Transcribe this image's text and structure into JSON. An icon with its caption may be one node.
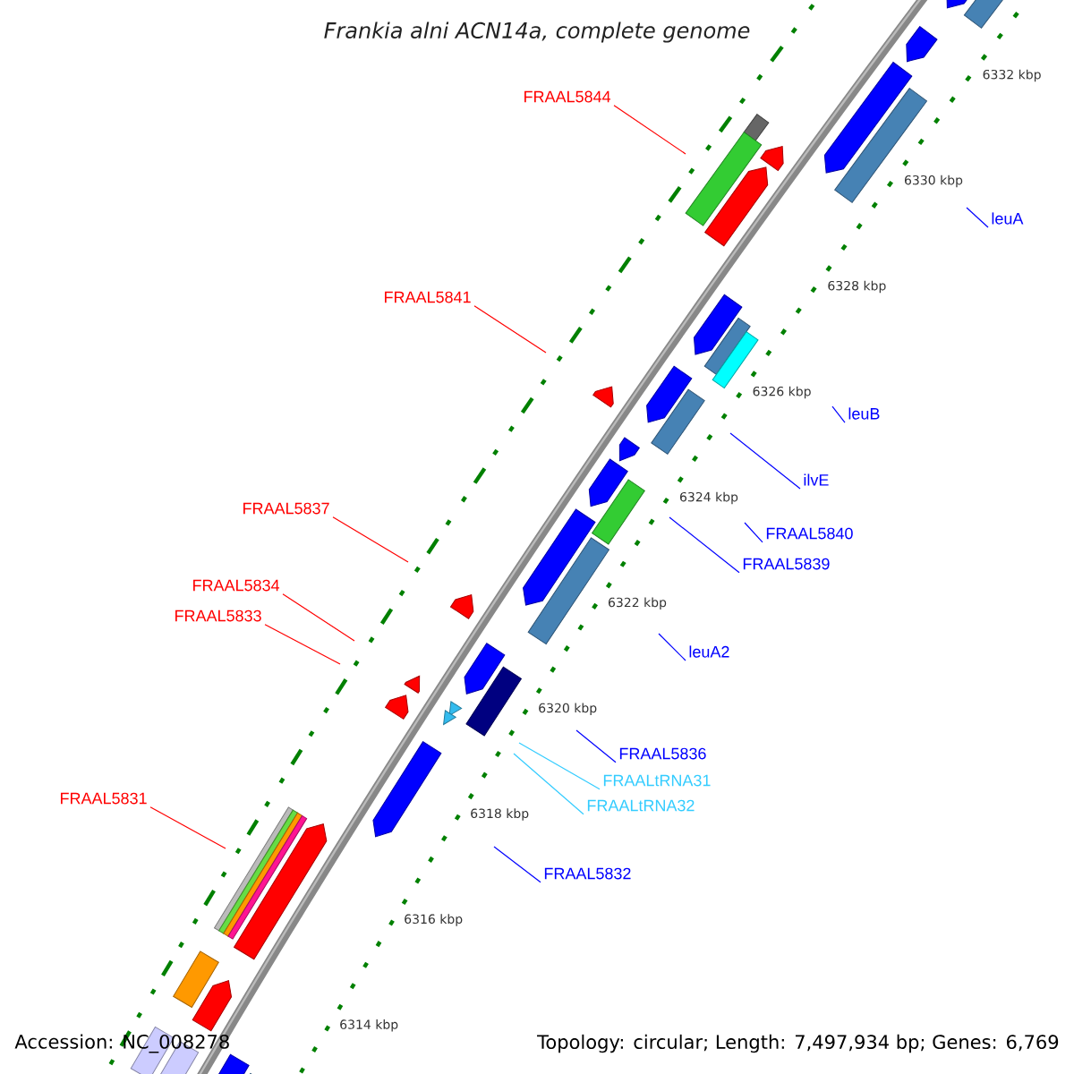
{
  "diagram": {
    "title": "Frankia alni ACN14a, complete genome",
    "nodes": [
      {
        "text": [
          "FRAAL5844"
        ]
      },
      {
        "text": [
          "leuA"
        ]
      },
      {
        "text": [
          "FRAAL5841"
        ]
      },
      {
        "text": [
          "leuB"
        ]
      },
      {
        "text": [
          "ilvE"
        ]
      },
      {
        "text": [
          "FRAAL5840"
        ]
      },
      {
        "text": [
          "FRAAL5839"
        ]
      },
      {
        "text": [
          "FRAAL5837"
        ]
      },
      {
        "text": [
          "FRAAL5834"
        ]
      },
      {
        "text": [
          "leuA2"
        ]
      },
      {
        "text": [
          "FRAAL5833"
        ]
      },
      {
        "text": [
          "FRAAL5836"
        ]
      },
      {
        "text": [
          "FRAALtRNA31"
        ]
      },
      {
        "text": [
          "FRAALtRNA32"
        ]
      },
      {
        "text": [
          "FRAAL5831"
        ]
      },
      {
        "text": [
          "FRAAL5832"
        ]
      }
    ],
    "edges": [
      {
        "from": 0,
        "to": null,
        "arrow": "none",
        "color": "#ff0000"
      },
      {
        "from": 1,
        "to": null,
        "arrow": "none",
        "color": "#0000ff"
      },
      {
        "from": 2,
        "to": null,
        "arrow": "none",
        "color": "#ff0000"
      },
      {
        "from": 3,
        "to": null,
        "arrow": "none",
        "color": "#0000ff"
      },
      {
        "from": 4,
        "to": null,
        "arrow": "none",
        "color": "#0000ff"
      },
      {
        "from": 5,
        "to": null,
        "arrow": "none",
        "color": "#0000ff"
      },
      {
        "from": 6,
        "to": null,
        "arrow": "none",
        "color": "#0000ff"
      },
      {
        "from": 7,
        "to": null,
        "arrow": "none",
        "color": "#ff0000"
      },
      {
        "from": 8,
        "to": null,
        "arrow": "none",
        "color": "#ff0000"
      },
      {
        "from": 9,
        "to": null,
        "arrow": "none",
        "color": "#0000ff"
      },
      {
        "from": 10,
        "to": null,
        "arrow": "none",
        "color": "#ff0000"
      },
      {
        "from": 11,
        "to": null,
        "arrow": "none",
        "color": "#0000ff"
      },
      {
        "from": 12,
        "to": null,
        "arrow": "none",
        "color": "#33ccff"
      },
      {
        "from": 13,
        "to": null,
        "arrow": "none",
        "color": "#33ccff"
      },
      {
        "from": 14,
        "to": null,
        "arrow": "none",
        "color": "#ff0000"
      },
      {
        "from": 15,
        "to": null,
        "arrow": "none",
        "color": "#0000ff"
      }
    ],
    "labels": [
      "6332 kbp",
      "6330 kbp",
      "6328 kbp",
      "6326 kbp",
      "6324 kbp",
      "6322 kbp",
      "6320 kbp",
      "6318 kbp",
      "6316 kbp",
      "6314 kbp",
      "Accession: NC_008278",
      "Topology: circular; Length: 7,497,934 bp; Genes: 6,769"
    ]
  }
}
